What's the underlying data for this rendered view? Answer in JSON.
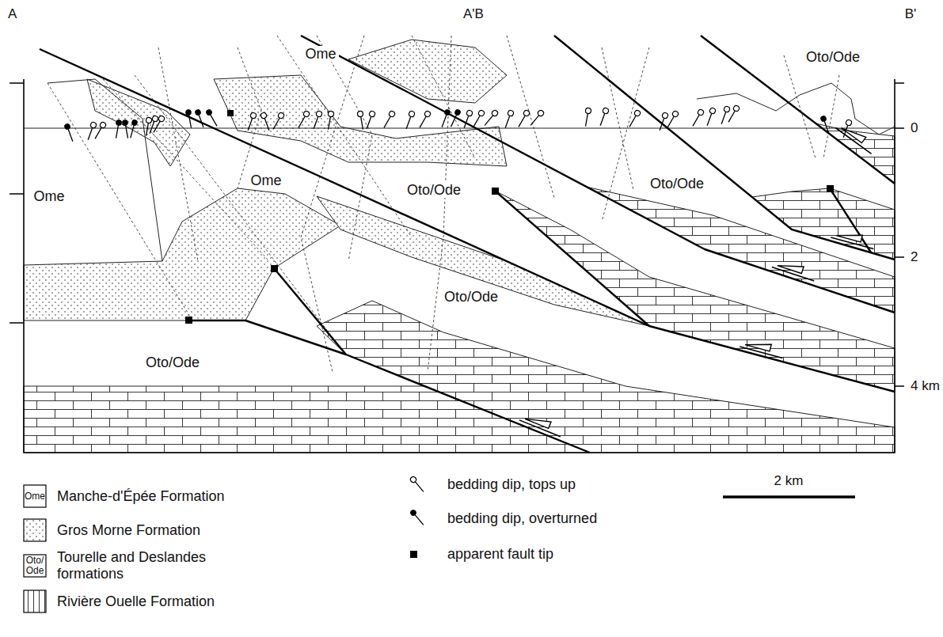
{
  "diagram": {
    "labels": [
      "A",
      "A'B",
      "B'",
      "0",
      "2",
      "4 km",
      "Ome",
      "Ome",
      "Ome",
      "Oto/Ode",
      "Oto/Ode",
      "Oto/Ode",
      "Oto/Ode",
      "Oto/Ode",
      "2 km",
      "Ome",
      "Oto/ Ode"
    ],
    "legend": [
      {
        "text": "Manche-d'Épée Formation"
      },
      {
        "text": "Gros Morne Formation"
      },
      {
        "text": "Tourelle and Deslandes formations"
      },
      {
        "text": "Rivière Ouelle Formation"
      },
      {
        "text": "bedding dip, tops up"
      },
      {
        "text": "bedding dip, overturned"
      },
      {
        "text": "apparent fault tip"
      }
    ]
  }
}
